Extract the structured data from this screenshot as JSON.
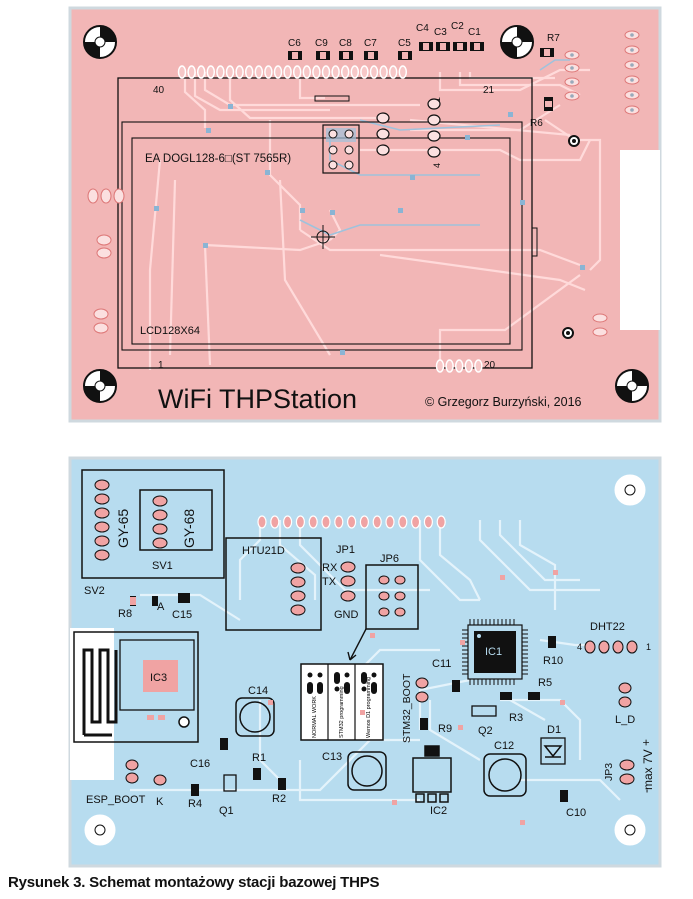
{
  "top_board": {
    "title": "WiFi THPStation",
    "copyright": "© Grzegorz Burzyński, 2016",
    "display_model": "EA DOGL128-6□(ST 7565R)",
    "lcd_label": "LCD128X64",
    "pin_40": "40",
    "pin_21": "21",
    "pin_1": "1",
    "pin_20": "20",
    "c6": "C6",
    "c9": "C9",
    "c8": "C8",
    "c7": "C7",
    "c5": "C5",
    "c4": "C4",
    "c3": "C3",
    "c2": "C2",
    "c1": "C1",
    "r7": "R7",
    "r6": "R6",
    "hdr_1": "1",
    "hdr_4": "4",
    "colors": {
      "board": "#f2b6b6",
      "trace": "#ffdada",
      "via": "#8ab4d4",
      "ink": "#111111"
    }
  },
  "bottom_board": {
    "gy65": "GY-65",
    "gy68": "GY-68",
    "sv1": "SV1",
    "sv2": "SV2",
    "htu21d": "HTU21D",
    "jp1": "JP1",
    "rx": "RX",
    "tx": "TX",
    "gnd": "GND",
    "jp6": "JP6",
    "r8": "R8",
    "a_label": "A",
    "c15": "C15",
    "ic3": "IC3",
    "c14": "C14",
    "r1": "R1",
    "c16": "C16",
    "r4": "R4",
    "q1": "Q1",
    "r2": "R2",
    "k_label": "K",
    "esp_boot": "ESP_BOOT",
    "mode_normal": "NORMAL WORK",
    "mode_stm32": "STM32 programming",
    "mode_wemos": "Wemos D1 programming",
    "ic1": "IC1",
    "c11": "C11",
    "stm32_boot": "STM32_BOOT",
    "r9": "R9",
    "q2": "Q2",
    "r3": "R3",
    "r5": "R5",
    "r10": "R10",
    "dht22": "DHT22",
    "dht_4": "4",
    "dht_1": "1",
    "l_d": "L_D",
    "d1": "D1",
    "c12": "C12",
    "c13": "C13",
    "ic2": "IC2",
    "c10": "C10",
    "jp3": "JP3",
    "max_7v": "max 7V",
    "plus": "+",
    "minus": "-",
    "colors": {
      "board": "#b7dcef",
      "trace": "#e4f3fb",
      "pad": "#f0a3a3",
      "ink": "#111111"
    }
  },
  "caption": "Rysunek 3. Schemat montażowy stacji bazowej THPS"
}
